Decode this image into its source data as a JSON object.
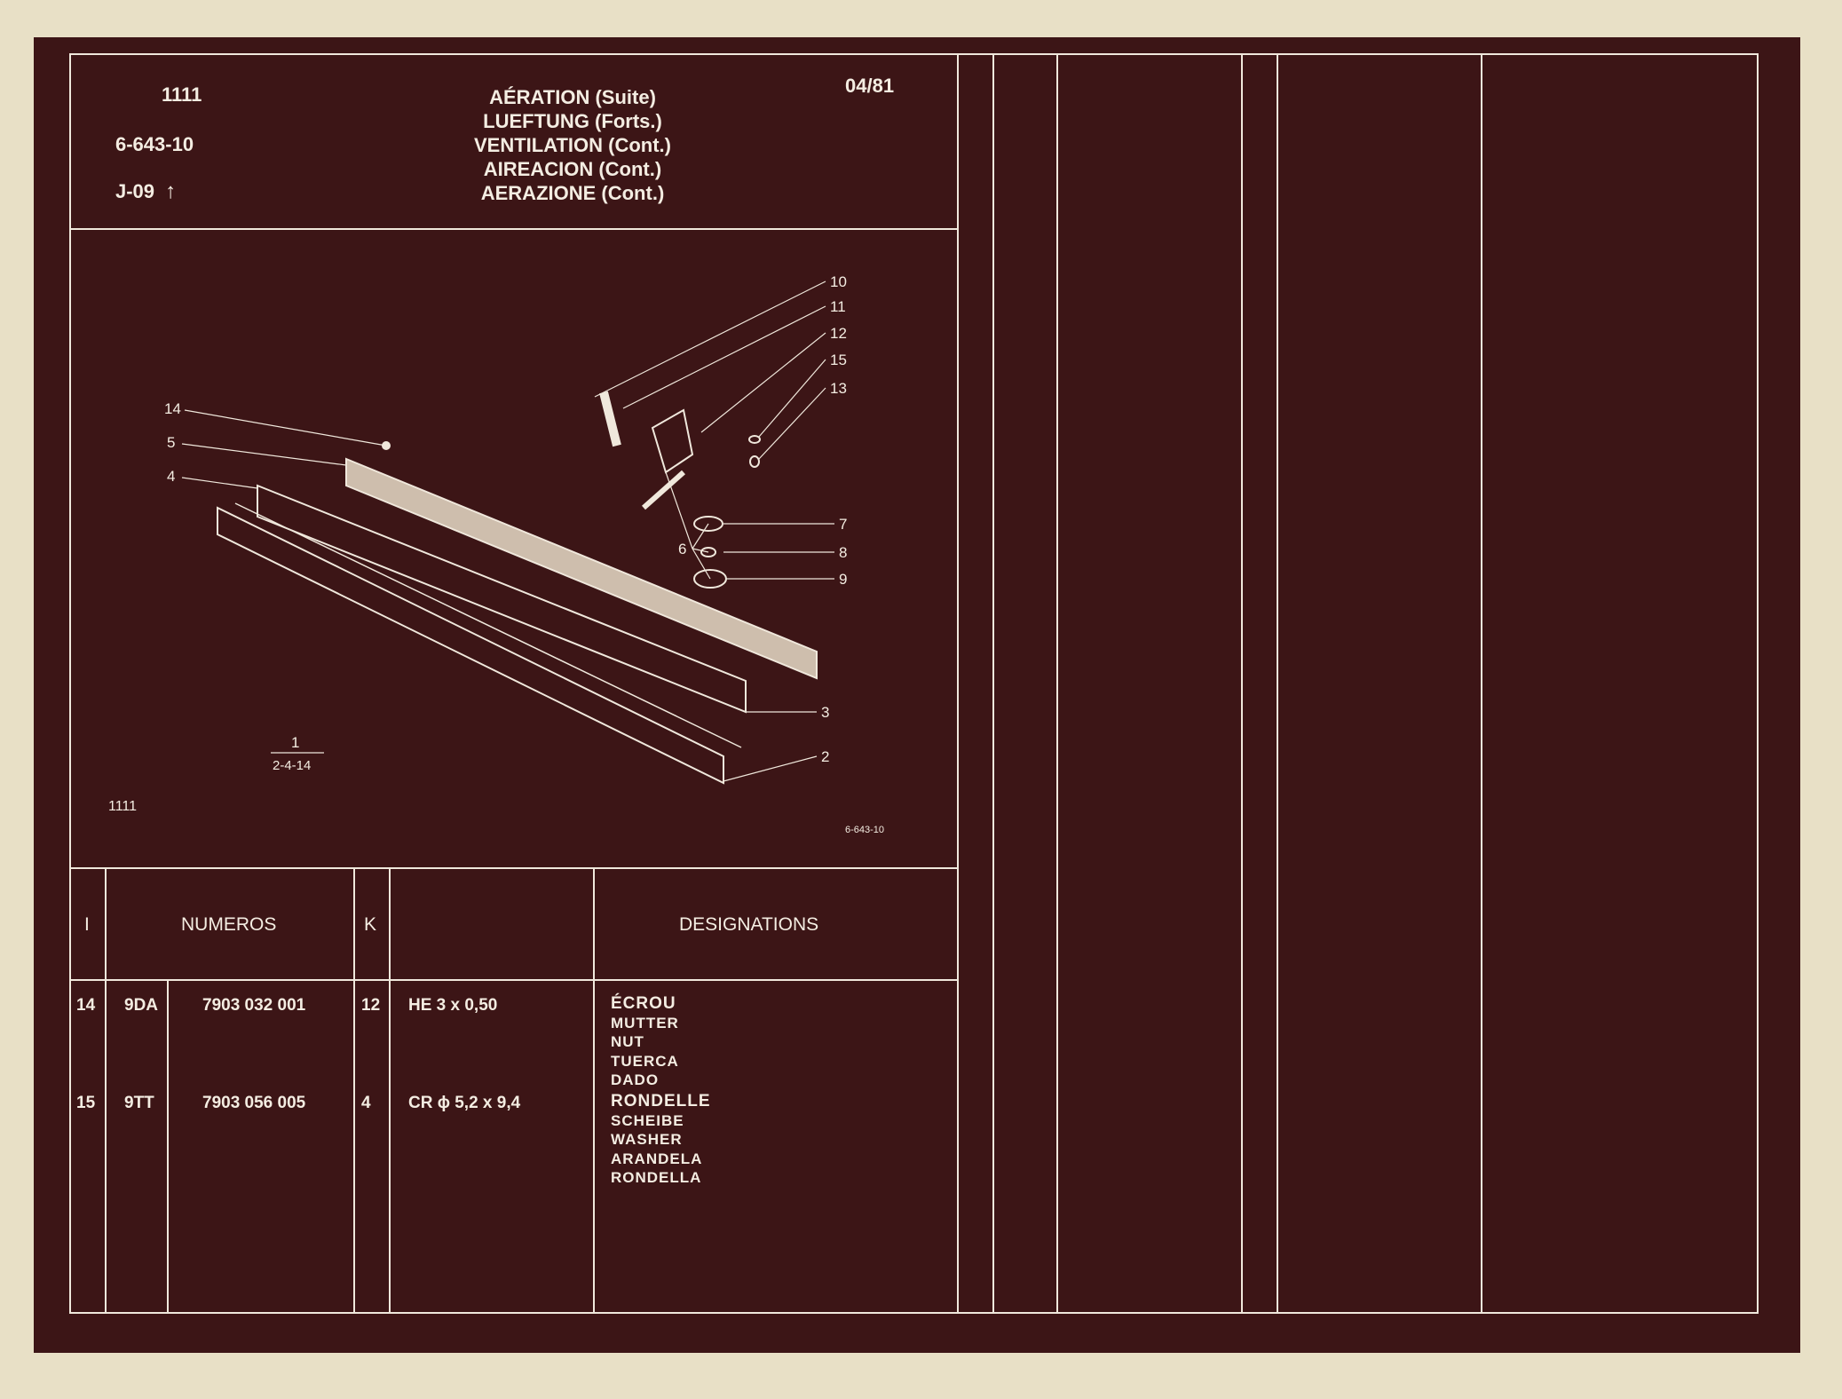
{
  "header": {
    "code": "1111",
    "ref": "6-643-10",
    "section": "J-09",
    "date": "04/81",
    "titles": [
      "AÉRATION (Suite)",
      "LUEFTUNG (Forts.)",
      "VENTILATION (Cont.)",
      "AIREACION (Cont.)",
      "AERAZIONE (Cont.)"
    ]
  },
  "figure": {
    "callouts": [
      "10",
      "11",
      "12",
      "15",
      "13",
      "14",
      "5",
      "4",
      "7",
      "6",
      "8",
      "9",
      "3",
      "2"
    ],
    "fraction_top": "1",
    "fraction_bottom": "2-4-14",
    "code": "1111",
    "ref": "6-643-10"
  },
  "table": {
    "headers": {
      "index": "I",
      "numeros": "NUMEROS",
      "k": "K",
      "designations": "DESIGNATIONS"
    },
    "rows": [
      {
        "index": "14",
        "code": "9DA",
        "part": "7903 032 001",
        "qty": "12",
        "spec": "HE 3 x 0,50",
        "designation": [
          "ÉCROU",
          "MUTTER",
          "NUT",
          "TUERCA",
          "DADO"
        ]
      },
      {
        "index": "15",
        "code": "9TT",
        "part": "7903 056 005",
        "qty": "4",
        "spec": "CR ϕ 5,2 x 9,4",
        "designation": [
          "RONDELLE",
          "SCHEIBE",
          "WASHER",
          "ARANDELA",
          "RONDELLA"
        ]
      }
    ]
  }
}
